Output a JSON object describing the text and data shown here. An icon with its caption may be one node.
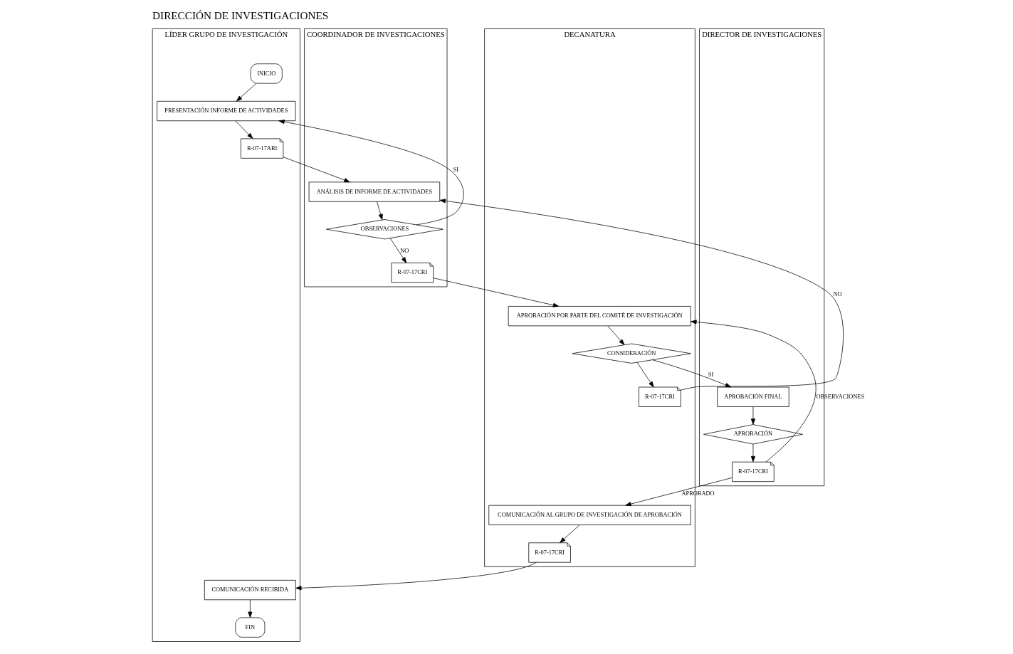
{
  "diagram": {
    "title": "DIRECCIÓN DE INVESTIGACIONES",
    "nodes": [
      {
        "text": [
          "LÍDER GRUPO DE INVESTIGACIÓN"
        ]
      },
      {
        "text": [
          "COORDINADOR DE INVESTIGACIONES"
        ]
      },
      {
        "text": [
          "DECANATURA"
        ]
      },
      {
        "text": [
          "DIRECTOR DE INVESTIGACIONES"
        ]
      },
      {
        "text": [
          "INICIO"
        ],
        "in": 0
      },
      {
        "text": [
          "PRESENTACIÓN INFORME DE ACTIVIDADES"
        ],
        "in": 0
      },
      {
        "text": [
          "R-07-17ARI"
        ],
        "in": 0
      },
      {
        "text": [
          "ANÁLISIS DE INFORME DE ACTIVIDADES"
        ],
        "in": 1
      },
      {
        "text": [
          "OBSERVACIONES"
        ],
        "in": 1
      },
      {
        "text": [
          "R-07-17CRI"
        ],
        "in": 1
      },
      {
        "text": [
          "APROBACIÓN POR PARTE DEL COMITÉ DE INVESTIGACIÓN"
        ],
        "in": 2
      },
      {
        "text": [
          "CONSIDERACIÓN"
        ],
        "in": 2
      },
      {
        "text": [
          "R-07-17CRI"
        ],
        "in": 2
      },
      {
        "text": [
          "APROBACIÓN FINAL"
        ],
        "in": 3
      },
      {
        "text": [
          "APROBACIÓN"
        ],
        "in": 3
      },
      {
        "text": [
          "R-07-17CRI"
        ],
        "in": 3
      },
      {
        "text": [
          "COMUNICACIÓN AL GRUPO DE INVESTIGACIÓN DE APROBACIÓN"
        ],
        "in": 2
      },
      {
        "text": [
          "R-07-17CRI"
        ],
        "in": 2
      },
      {
        "text": [
          "COMUNICACIÓN RECIBIDA"
        ],
        "in": 0
      },
      {
        "text": [
          "FIN"
        ],
        "in": 0
      }
    ],
    "edges": [
      {
        "from": 4,
        "to": 5,
        "arrow": "to"
      },
      {
        "from": 5,
        "to": 6,
        "arrow": "to"
      },
      {
        "from": 6,
        "to": 7,
        "arrow": "to"
      },
      {
        "from": 7,
        "to": 8,
        "arrow": "to"
      },
      {
        "from": 8,
        "to": 5,
        "arrow": "to",
        "label": "SI"
      },
      {
        "from": 8,
        "to": 9,
        "arrow": "to",
        "label": "NO"
      },
      {
        "from": 9,
        "to": 10,
        "arrow": "to"
      },
      {
        "from": 10,
        "to": 11,
        "arrow": "to"
      },
      {
        "from": 11,
        "to": 12,
        "arrow": "to"
      },
      {
        "from": 12,
        "to": 7,
        "arrow": "to",
        "label": "NO"
      },
      {
        "from": 11,
        "to": 13,
        "arrow": "to",
        "label": "SI"
      },
      {
        "from": 13,
        "to": 14,
        "arrow": "to"
      },
      {
        "from": 14,
        "to": 15,
        "arrow": "to"
      },
      {
        "from": 15,
        "to": 10,
        "arrow": "to",
        "label": "OBSERVACIONES"
      },
      {
        "from": 15,
        "to": 16,
        "arrow": "to",
        "label": "APROBADO"
      },
      {
        "from": 16,
        "to": 17,
        "arrow": "to"
      },
      {
        "from": 17,
        "to": 18,
        "arrow": "to"
      },
      {
        "from": 18,
        "to": 19,
        "arrow": "to"
      }
    ]
  }
}
